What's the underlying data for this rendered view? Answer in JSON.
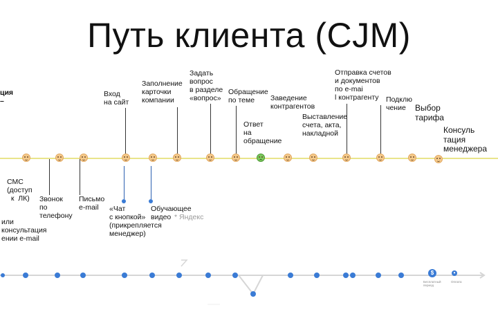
{
  "title": "Путь клиента (CJM)",
  "top_labels": {
    "consultation_partial": "ция\n–",
    "visit_site": "Вход\nна сайт",
    "fill_company_card": "Заполнение\nкарточки\nкомпании",
    "ask_question": "Задать\nвопрос\nв разделе\n«вопрос»",
    "topic_request": "Обращение\nпо теме",
    "answer_request": "Ответ\nна\nобращение",
    "add_counterparties": "Заведение\nконтрагентов",
    "issue_documents": "Выставление\nсчета, акта,\nнакладной",
    "send_invoices": "Отправка счетов\nи документов\nпо e-mai\nl контрагенту",
    "connection": "Подклю\nчение",
    "tariff_choice": "Выбор\nтарифа",
    "manager_consultation": "Консуль\nтация\nменеджера"
  },
  "bottom_labels": {
    "sms": "СМС\n(доступ\n  к  ЛК)",
    "or_consultation": "или\nконсультация\nении e-mail",
    "phone_call": "Звонок\nпо\nтелефону",
    "email_letter": "Письмо\ne-mail",
    "chat_button": "«Чат\nс кнопкой»\n(прикрепляется\nменеджер)",
    "training_video": "Обучающее\nвидео",
    "yandex_partial": "* Яндекс"
  },
  "bottom_badges": {
    "dollar": "$",
    "small_blue": "•"
  },
  "tiny_labels": {
    "label_a": "Бесплатный\nпериод",
    "label_b": "Оплата"
  },
  "colors": {
    "timeline": "#e9e48a",
    "face": "#f4c98a",
    "face_sad": "#7cc85c",
    "blue_dot": "#3a7bd5",
    "bottom_line": "#d6d6d6"
  },
  "icons": {
    "happy_face": "smiley-face-icon",
    "sad_face": "sad-face-icon",
    "dollar": "dollar-badge-icon"
  }
}
